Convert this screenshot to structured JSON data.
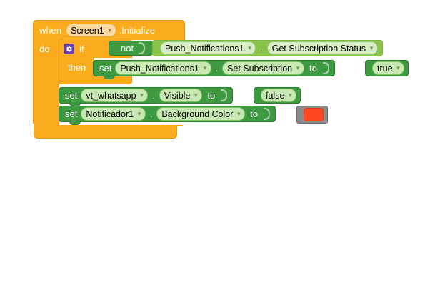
{
  "app": {
    "name": "MIT App Inventor Blocks Editor",
    "canvas_background": "#ffffff"
  },
  "colors": {
    "event_block": "#fbab1e",
    "control_block": "#fbab1e",
    "logic_block": "#3e9a40",
    "setter_block": "#3e9a40",
    "getter_block": "#8bc34a",
    "color_block_body": "#8a8a8a",
    "color_swatch": "#ff4820",
    "mutator_icon": "#6b3fa0"
  },
  "blocks": {
    "event": {
      "keyword": "when",
      "component": "Screen1",
      "event_suffix": ".Initialize",
      "do_label": "do",
      "dropdown_icon": "chevron-down-icon"
    },
    "control_if": {
      "mutator_icon": "gear-icon",
      "if_label": "if",
      "then_label": "then"
    },
    "logic_not": {
      "label": "not"
    },
    "getter_subscription": {
      "component": "Push_Notifications1",
      "separator": ".",
      "method": "Get Subscription Status",
      "dropdown_icon": "chevron-down-icon"
    },
    "setter_subscription": {
      "keyword": "set",
      "component": "Push_Notifications1",
      "separator": ".",
      "property": "Set Subscription",
      "to_label": "to",
      "value": "true",
      "dropdown_icon": "chevron-down-icon"
    },
    "setter_visible": {
      "keyword": "set",
      "component": "vt_whatsapp",
      "separator": ".",
      "property": "Visible",
      "to_label": "to",
      "value": "false",
      "dropdown_icon": "chevron-down-icon"
    },
    "setter_background_color": {
      "keyword": "set",
      "component": "Notificador1",
      "separator": ".",
      "property": "Background Color",
      "to_label": "to",
      "value_swatch_color": "#ff4820",
      "dropdown_icon": "chevron-down-icon"
    }
  }
}
